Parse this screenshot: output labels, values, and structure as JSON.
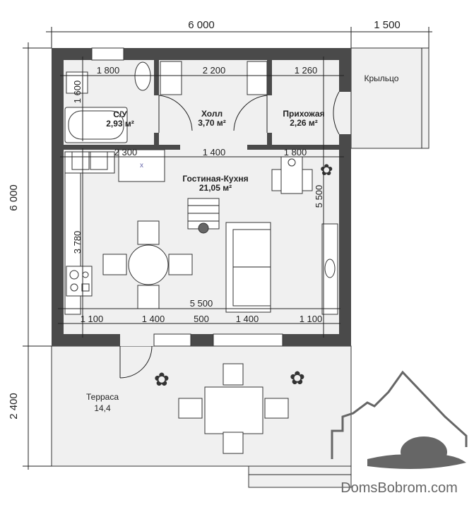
{
  "overall_dims": {
    "width_main": "6 000",
    "width_porch": "1 500",
    "height_main": "6 000",
    "height_terrace": "2 400"
  },
  "rooms": [
    {
      "name": "С/У",
      "area": "2,93 м²"
    },
    {
      "name": "Холл",
      "area": "3,70 м²"
    },
    {
      "name": "Прихожая",
      "area": "2,26 м²"
    },
    {
      "name": "Гостиная-Кухня",
      "area": "21,05 м²"
    },
    {
      "name": "Крыльцо"
    },
    {
      "name": "Терраса",
      "area": "14,4"
    }
  ],
  "inner_dims": {
    "su_width": "1 800",
    "hall_width": "2 200",
    "entry_width": "1 260",
    "su_depth": "1 600",
    "kitchen_top_1": "2 300",
    "kitchen_top_2": "1 400",
    "kitchen_top_3": "1 800",
    "living_depth": "5 500",
    "kitchen_depth": "3 780",
    "living_width": "5 500",
    "bottom_1": "1 100",
    "bottom_2": "1 400",
    "bottom_3": "500",
    "bottom_4": "1 400",
    "bottom_5": "1 100"
  },
  "logo": {
    "text": "DomsBobrom.com"
  },
  "colors": {
    "wall": "#4a4a4a",
    "floor": "#f0f0f0"
  }
}
